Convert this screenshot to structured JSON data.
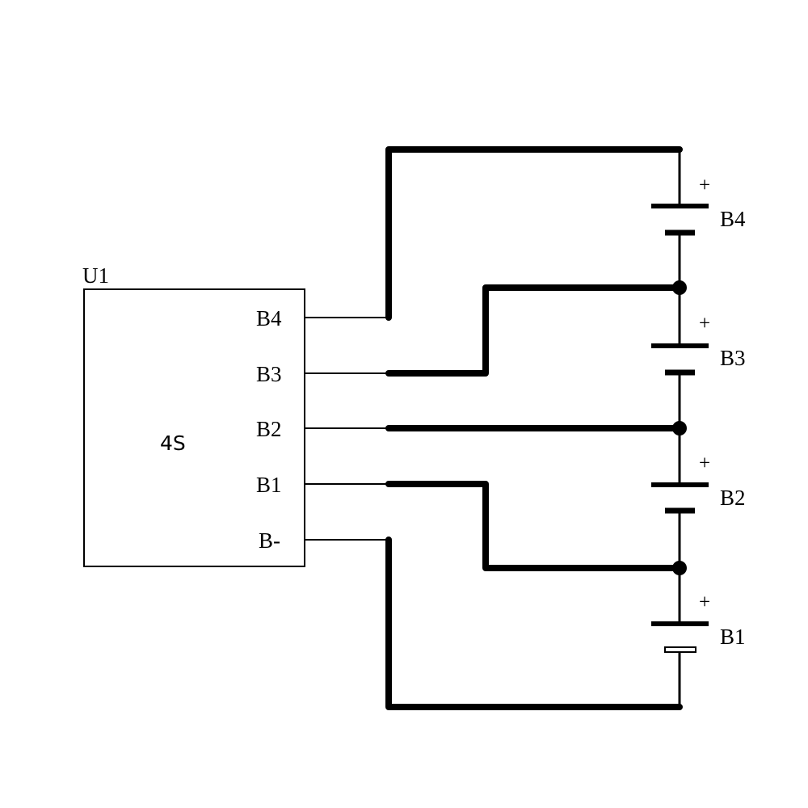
{
  "component": {
    "ref": "U1",
    "value": "4S",
    "pins": [
      "B4",
      "B3",
      "B2",
      "B1",
      "B-"
    ]
  },
  "batteries": [
    {
      "label": "B4",
      "polarity": "+"
    },
    {
      "label": "B3",
      "polarity": "+"
    },
    {
      "label": "B2",
      "polarity": "+"
    },
    {
      "label": "B1",
      "polarity": "+"
    }
  ]
}
